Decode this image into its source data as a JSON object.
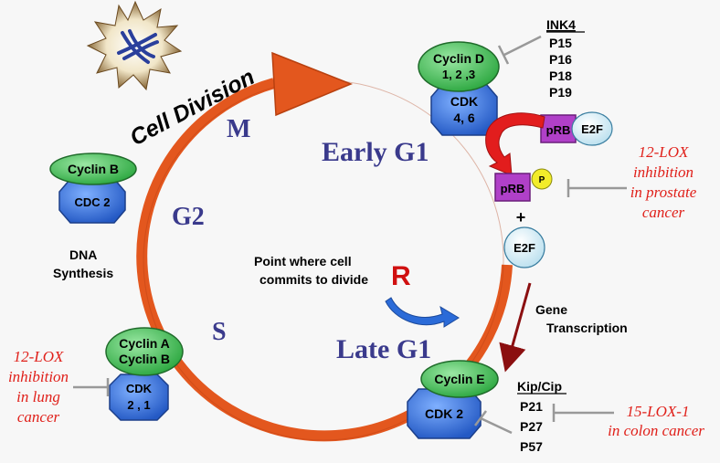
{
  "colors": {
    "cycle": "#e3571e",
    "cyclin": "#33b84a",
    "cdk": "#2e6fd6",
    "prb": "#b040c8",
    "e2f": "#d6eef6",
    "phosphate": "#f2ec2a",
    "inhibition_text": "#e0201a",
    "phase_text": "#3a3a8c",
    "transcription_arrow": "#8b0f10"
  },
  "title": "Cell Division",
  "phases": {
    "m": "M",
    "g2": "G2",
    "s": "S",
    "early_g1": "Early G1",
    "late_g1": "Late G1",
    "r": "R"
  },
  "dna_synthesis": {
    "line1": "DNA",
    "line2": "Synthesis"
  },
  "restriction_point": {
    "line1": "Point where cell",
    "line2": "commits to divide"
  },
  "cyclin_d": {
    "label1": "Cyclin D",
    "label2": "1, 2 ,3",
    "cdk1": "CDK",
    "cdk2": "4, 6"
  },
  "cyclin_b_cdc2": {
    "cyclin": "Cyclin B",
    "cdc": "CDC 2"
  },
  "cyclin_ab": {
    "label1": "Cyclin A",
    "label2": "Cyclin B",
    "cdk1": "CDK",
    "cdk2": "2 , 1"
  },
  "cyclin_e": {
    "cyclin": "Cyclin E",
    "cdk": "CDK 2"
  },
  "ink4": {
    "title": "INK4",
    "items": [
      "P15",
      "P16",
      "P18",
      "P19"
    ]
  },
  "kipcip": {
    "title": "Kip/Cip",
    "items": [
      "P21",
      "P27",
      "P57"
    ]
  },
  "prb_complex": {
    "prb": "pRB",
    "e2f": "E2F"
  },
  "prb_phospho": {
    "prb": "pRB",
    "p": "P"
  },
  "free_e2f": {
    "plus": "+",
    "label": "E2F"
  },
  "gene_transcription": {
    "line1": "Gene",
    "line2": "Transcription"
  },
  "lox_prostate": {
    "line1": "12-LOX",
    "line2": "inhibition",
    "line3": "in prostate",
    "line4": "cancer"
  },
  "lox_lung": {
    "line1": "12-LOX",
    "line2": "inhibition",
    "line3": "in lung",
    "line4": "cancer"
  },
  "lox_colon": {
    "line1": "15-LOX-1",
    "line2": "in colon cancer"
  }
}
